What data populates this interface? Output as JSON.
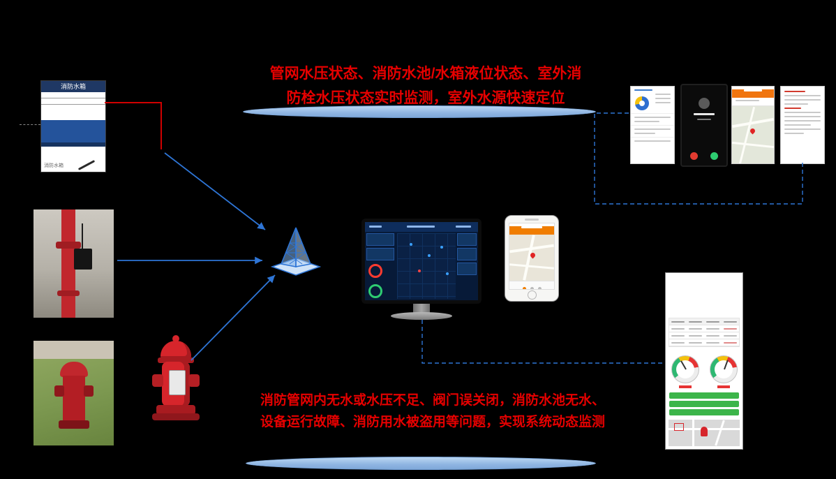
{
  "colors": {
    "accent_blue": "#2e75d6",
    "banner_red": "#e60000",
    "ellipse_blue": "#9dc3e6",
    "alert_red": "#d00000"
  },
  "banners": {
    "top_line1": "管网水压状态、消防水池/水箱液位状态、室外消",
    "top_line2": "防栓水压状态实时监测，室外水源快速定位",
    "bottom_line1": "消防管网内无水或水压不足、阀门误关闭，消防水池无水、",
    "bottom_line2": "设备运行故障、消防用水被盗用等问题，实现系统动态监测"
  },
  "tank": {
    "header_label": "消防水箱",
    "footer_label": "消防水箱"
  },
  "icons": {
    "tower": "iot-signal-tower-icon",
    "monitor": "monitoring-dashboard-screen",
    "phone": "mobile-map-app",
    "pipe_sensor": "pipe-pressure-sensor-photo",
    "hydrant_photo": "outdoor-hydrant-photo",
    "hydrant_art": "smart-hydrant-illustration",
    "screenshots": [
      "app-stats-screen",
      "incoming-call-screen",
      "map-locate-screen",
      "alarm-detail-screen"
    ],
    "panel": "device-data-panel"
  }
}
